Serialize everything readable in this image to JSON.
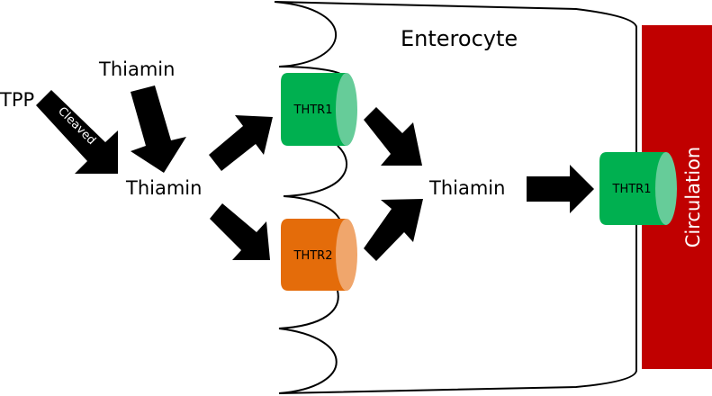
{
  "cell_label": "Enterocyte",
  "circulation_label": "Circulation",
  "inputs": {
    "tpp": "TPP",
    "thiamin_free": "Thiamin",
    "cleaved_label": "Cleaved"
  },
  "lumen_thiamin": "Thiamin",
  "intracellular_thiamin": "Thiamin",
  "transporters": {
    "apical_thtr1": "THTR1",
    "apical_thtr2": "THTR2",
    "basolateral_thtr1": "THTR1"
  },
  "colors": {
    "thtr1_body": "#00b050",
    "thtr1_cap": "#66cc99",
    "thtr2_body": "#e46c0a",
    "thtr2_cap": "#f0a66c",
    "circulation": "#c00000",
    "arrow": "#000000"
  }
}
